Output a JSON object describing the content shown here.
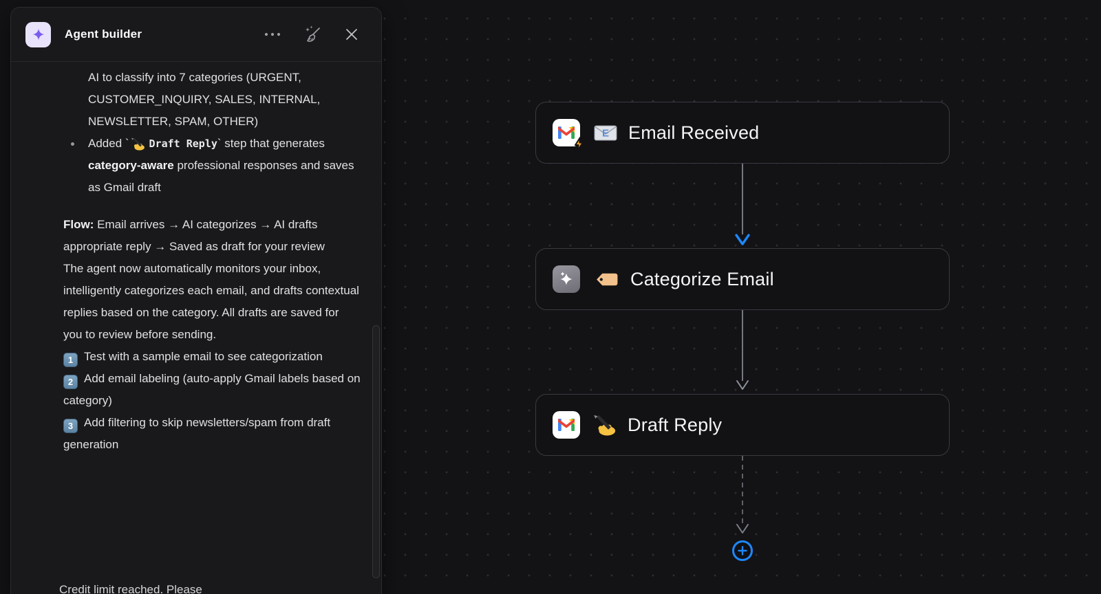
{
  "panel": {
    "title": "Agent builder",
    "icons": {
      "agent_logo": "sparkle-star",
      "more_options": "ellipsis",
      "clear": "broom-sparkle",
      "close": "x"
    }
  },
  "chat": {
    "bullet_continued": "AI to classify into 7 categories (URGENT, CUSTOMER_INQUIRY, SALES, INTERNAL, NEWSLETTER, SPAM, OTHER)",
    "added": {
      "pre": "Added `",
      "code_emoji": "writing-hand",
      "code": "Draft Reply",
      "mid": "` step that generates ",
      "bold": "category-aware",
      "post": " professional responses and saves as Gmail draft"
    },
    "flow": {
      "label": "Flow:",
      "text": " Email arrives → AI categorizes → AI drafts appropriate reply → Saved as draft for your review"
    },
    "summary": "The agent now automatically monitors your inbox, intelligently categorizes each email, and drafts contextual replies based on the category. All drafts are saved for you to review before sending.",
    "steps": [
      {
        "num": "1",
        "text": "Test with a sample email to see categorization"
      },
      {
        "num": "2",
        "text": "Add email labeling (auto-apply Gmail labels based on category)"
      },
      {
        "num": "3",
        "text": "Add filtering to skip newsletters/spam from draft generation"
      }
    ],
    "notice": "Credit limit reached. Please"
  },
  "workflow": {
    "nodes": [
      {
        "title": "Email Received",
        "app_icon": "gmail-with-lightning",
        "emoji_icon": "incoming-envelope"
      },
      {
        "title": "Categorize Email",
        "app_icon": "ai-sparkles",
        "emoji_icon": "label-tag"
      },
      {
        "title": "Draft Reply",
        "app_icon": "gmail",
        "emoji_icon": "writing-hand"
      }
    ],
    "add_step": "+"
  },
  "colors": {
    "accent_blue": "#1e88ff",
    "canvas_bg": "#131316",
    "panel_bg": "#19191b",
    "node_border": "#393a40",
    "arrow_gray": "#8e929b",
    "bolt_orange": "#f9a825",
    "tag_tan": "#f2c18c",
    "keycap_blue": "#6d93b1"
  }
}
